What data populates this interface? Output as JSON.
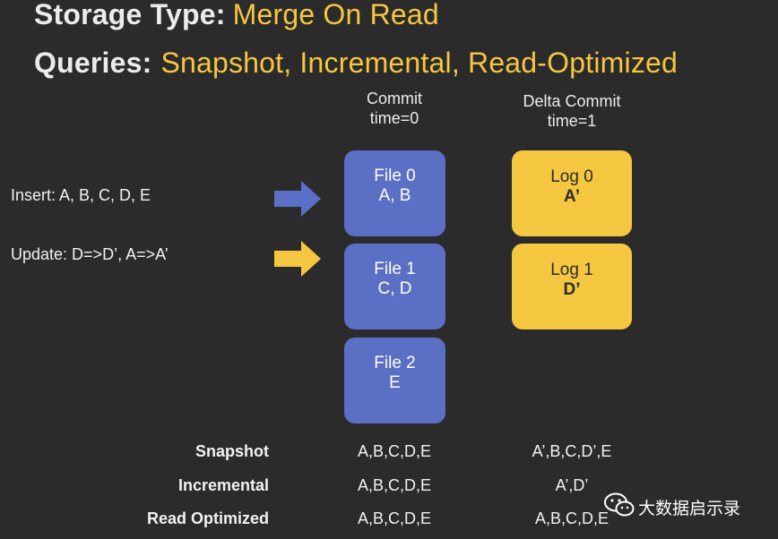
{
  "title": {
    "line1_key": "Storage Type",
    "line1_sep": ":",
    "line1_value": "Merge On Read",
    "line2_key": "Queries:",
    "line2_value": "Snapshot, Incremental, Read-Optimized"
  },
  "columns": {
    "commit": {
      "line1": "Commit",
      "line2": "time=0"
    },
    "delta_commit": {
      "line1": "Delta Commit",
      "line2": "time=1"
    }
  },
  "operations": {
    "insert": "Insert: A, B, C, D, E",
    "update": "Update: D=>D’, A=>A’"
  },
  "files": [
    {
      "name": "File 0",
      "content": "A, B"
    },
    {
      "name": "File 1",
      "content": "C, D"
    },
    {
      "name": "File 2",
      "content": "E"
    }
  ],
  "logs": [
    {
      "name": "Log 0",
      "content": "A’"
    },
    {
      "name": "Log 1",
      "content": "D’"
    }
  ],
  "queries": [
    {
      "label": "Snapshot",
      "commit": "A,B,C,D,E",
      "delta": "A’,B,C,D’,E"
    },
    {
      "label": "Incremental",
      "commit": "A,B,C,D,E",
      "delta": "A’,D’"
    },
    {
      "label": "Read Optimized",
      "commit": "A,B,C,D,E",
      "delta": "A,B,C,D,E"
    }
  ],
  "watermark": "大数据启示录",
  "colors": {
    "background": "#2b2b2b",
    "file_blue": "#5b6fc4",
    "log_yellow": "#f5c640",
    "arrow_blue": "#5b6fc4",
    "arrow_yellow": "#f5c640"
  }
}
